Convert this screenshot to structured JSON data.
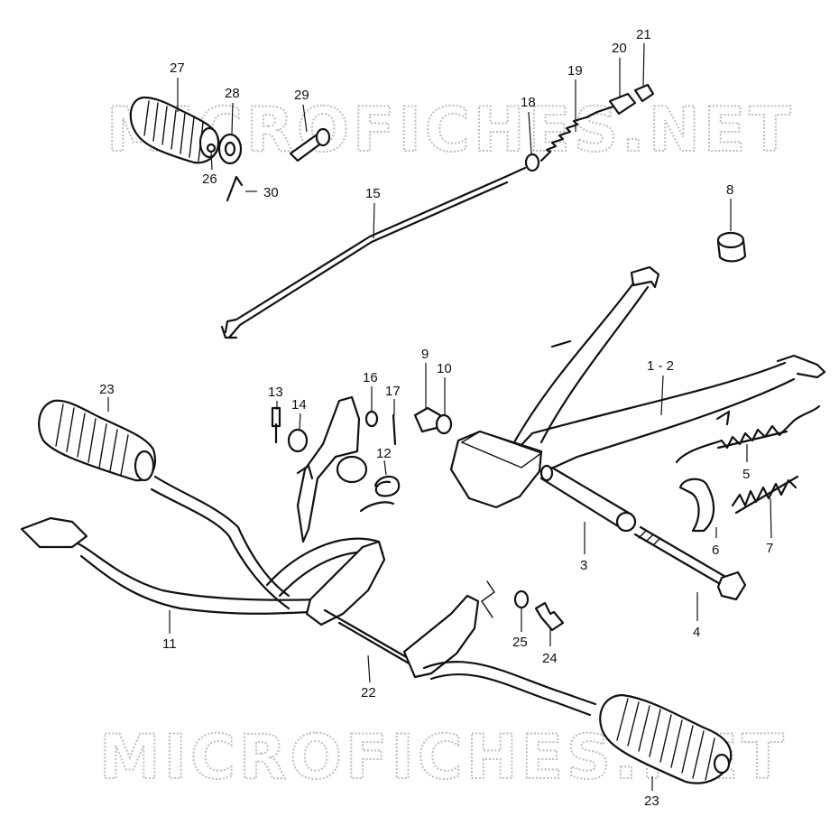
{
  "watermark": {
    "text": "MICROFICHES.NET",
    "color": "#bdbdbd"
  },
  "labels": {
    "p27": "27",
    "p28": "28",
    "p26": "26",
    "p29": "29",
    "p30": "30",
    "p18": "18",
    "p19": "19",
    "p20": "20",
    "p21": "21",
    "p15": "15",
    "p8": "8",
    "p1_2": "1 - 2",
    "p9": "9",
    "p10": "10",
    "p13": "13",
    "p14": "14",
    "p16": "16",
    "p17": "17",
    "p12": "12",
    "p23a": "23",
    "p5": "5",
    "p6": "6",
    "p7": "7",
    "p3": "3",
    "p4": "4",
    "p11": "11",
    "p25": "25",
    "p24": "24",
    "p22": "22",
    "p23b": "23"
  }
}
